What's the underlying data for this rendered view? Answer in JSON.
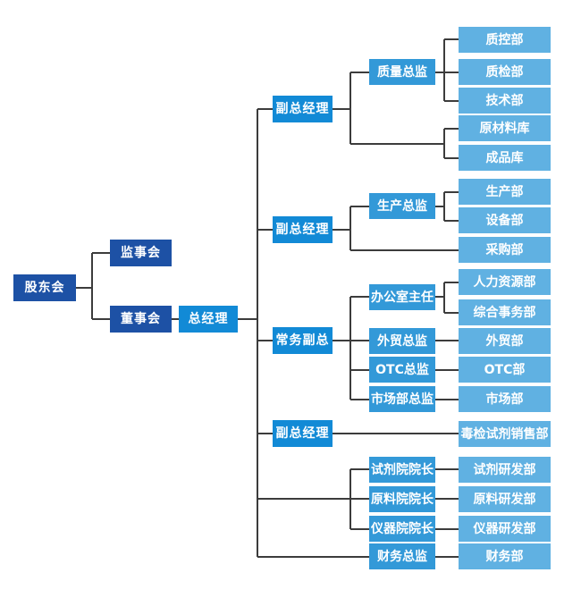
{
  "diagram": {
    "type": "org-chart",
    "colors": {
      "level1": "#1d51a5",
      "level2": "#128ad6",
      "level3": "#3399d8",
      "level4": "#60b1e2",
      "connector": "#3c3c3c",
      "background": "#ffffff",
      "text": "#ffffff"
    },
    "nodes": [
      {
        "label": "股东会",
        "level": 1,
        "reports_to": null
      },
      {
        "label": "监事会",
        "level": 1,
        "reports_to": 0
      },
      {
        "label": "董事会",
        "level": 1,
        "reports_to": 0
      },
      {
        "label": "总经理",
        "level": 2,
        "reports_to": 2
      },
      {
        "label": "副总经理",
        "level": 2,
        "reports_to": 3
      },
      {
        "label": "质量总监",
        "level": 3,
        "reports_to": 4
      },
      {
        "label": "质控部",
        "level": 4,
        "reports_to": 5
      },
      {
        "label": "质检部",
        "level": 4,
        "reports_to": 5
      },
      {
        "label": "技术部",
        "level": 4,
        "reports_to": 5
      },
      {
        "label": "原材料库",
        "level": 4,
        "reports_to": 4
      },
      {
        "label": "成品库",
        "level": 4,
        "reports_to": 4
      },
      {
        "label": "副总经理",
        "level": 2,
        "reports_to": 3
      },
      {
        "label": "生产总监",
        "level": 3,
        "reports_to": 11
      },
      {
        "label": "生产部",
        "level": 4,
        "reports_to": 12
      },
      {
        "label": "设备部",
        "level": 4,
        "reports_to": 12
      },
      {
        "label": "采购部",
        "level": 4,
        "reports_to": 11
      },
      {
        "label": "常务副总",
        "level": 2,
        "reports_to": 3
      },
      {
        "label": "办公室主任",
        "level": 3,
        "reports_to": 16
      },
      {
        "label": "人力资源部",
        "level": 4,
        "reports_to": 17
      },
      {
        "label": "综合事务部",
        "level": 4,
        "reports_to": 17
      },
      {
        "label": "外贸总监",
        "level": 3,
        "reports_to": 16
      },
      {
        "label": "外贸部",
        "level": 4,
        "reports_to": 20
      },
      {
        "label": "OTC总监",
        "level": 3,
        "reports_to": 16
      },
      {
        "label": "OTC部",
        "level": 4,
        "reports_to": 22
      },
      {
        "label": "市场部总监",
        "level": 3,
        "reports_to": 16
      },
      {
        "label": "市场部",
        "level": 4,
        "reports_to": 24
      },
      {
        "label": "副总经理",
        "level": 2,
        "reports_to": 3
      },
      {
        "label": "毒检试剂销售部",
        "level": 4,
        "reports_to": 26
      },
      {
        "label": "试剂院院长",
        "level": 3,
        "reports_to": 3
      },
      {
        "label": "试剂研发部",
        "level": 4,
        "reports_to": 28
      },
      {
        "label": "原料院院长",
        "level": 3,
        "reports_to": 3
      },
      {
        "label": "原料研发部",
        "level": 4,
        "reports_to": 30
      },
      {
        "label": "仪器院院长",
        "level": 3,
        "reports_to": 3
      },
      {
        "label": "仪器研发部",
        "level": 4,
        "reports_to": 32
      },
      {
        "label": "财务总监",
        "level": 3,
        "reports_to": 3
      },
      {
        "label": "财务部",
        "level": 4,
        "reports_to": 34
      }
    ]
  }
}
